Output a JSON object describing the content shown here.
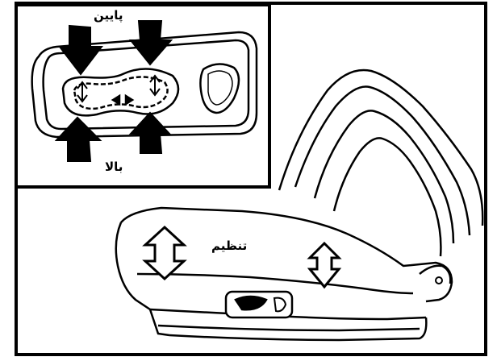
{
  "labels": {
    "down": "پایین",
    "up": "بالا",
    "adjust": "تنظیم"
  },
  "colors": {
    "ink": "#000000",
    "paper": "#ffffff"
  },
  "icons": {
    "down_arrows": "arrow-down-icon",
    "up_arrows": "arrow-up-icon",
    "seat_arrows": "double-arrow-icon"
  }
}
